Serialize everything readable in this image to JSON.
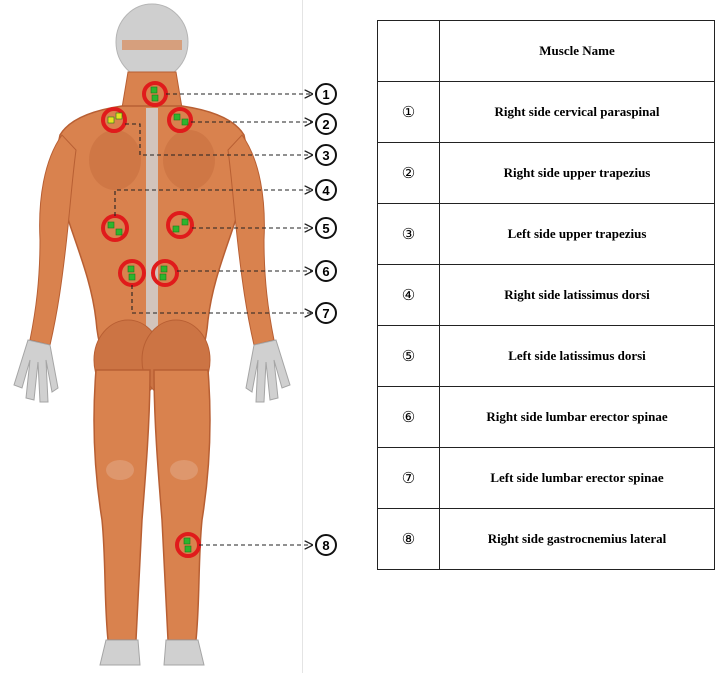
{
  "table": {
    "header_num": "",
    "header_name": "Muscle Name",
    "rows": [
      {
        "num": "①",
        "name": "Right side cervical paraspinal"
      },
      {
        "num": "②",
        "name": "Right side upper trapezius"
      },
      {
        "num": "③",
        "name": "Left side upper trapezius"
      },
      {
        "num": "④",
        "name": "Right side latissimus dorsi"
      },
      {
        "num": "⑤",
        "name": "Left side latissimus dorsi"
      },
      {
        "num": "⑥",
        "name": "Right side lumbar erector spinae"
      },
      {
        "num": "⑦",
        "name": "Left side lumbar erector spinae"
      },
      {
        "num": "⑧",
        "name": "Right side gastrocnemius lateral"
      }
    ]
  },
  "callouts": [
    "1",
    "2",
    "3",
    "4",
    "5",
    "6",
    "7",
    "8"
  ],
  "colors": {
    "muscle": "#d9824e",
    "muscle_dark": "#b85f33",
    "bone": "#cfcfcf",
    "marker_ring": "#e01b1b",
    "electrode": "#2db52d"
  }
}
